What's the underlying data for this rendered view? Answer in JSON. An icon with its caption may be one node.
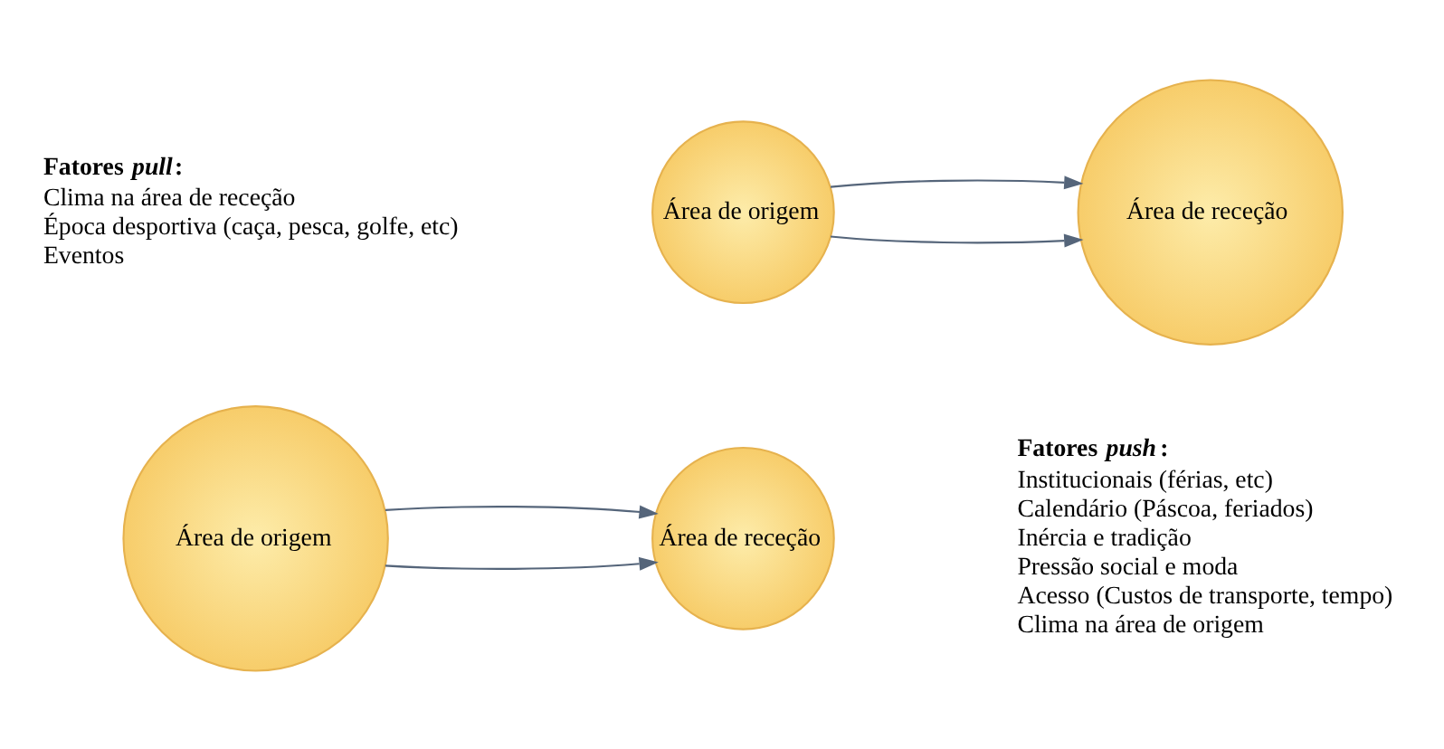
{
  "diagram": {
    "nodes": [
      {
        "text": [
          "Área de origem"
        ]
      },
      {
        "text": [
          "Área de receção"
        ]
      },
      {
        "text": [
          "Área de origem"
        ]
      },
      {
        "text": [
          "Área de receção"
        ]
      }
    ],
    "edges": [
      {
        "from": 0,
        "to": 1,
        "arrow": "to"
      },
      {
        "from": 0,
        "to": 1,
        "arrow": "to"
      },
      {
        "from": 2,
        "to": 3,
        "arrow": "to"
      },
      {
        "from": 2,
        "to": 3,
        "arrow": "to"
      }
    ],
    "labels": [
      "**Fatores *pull*:**",
      "Clima na área de receção",
      "Época desportiva (caça, pesca, golfe, etc)",
      "Eventos",
      "**Fatores *push*:**",
      "Institucionais (férias, etc)",
      "Calendário (Páscoa, feriados)",
      "Inércia e tradição",
      "Pressão social e moda",
      "Acesso (Custos de transporte, tempo)",
      "Clima na área de origem"
    ]
  }
}
